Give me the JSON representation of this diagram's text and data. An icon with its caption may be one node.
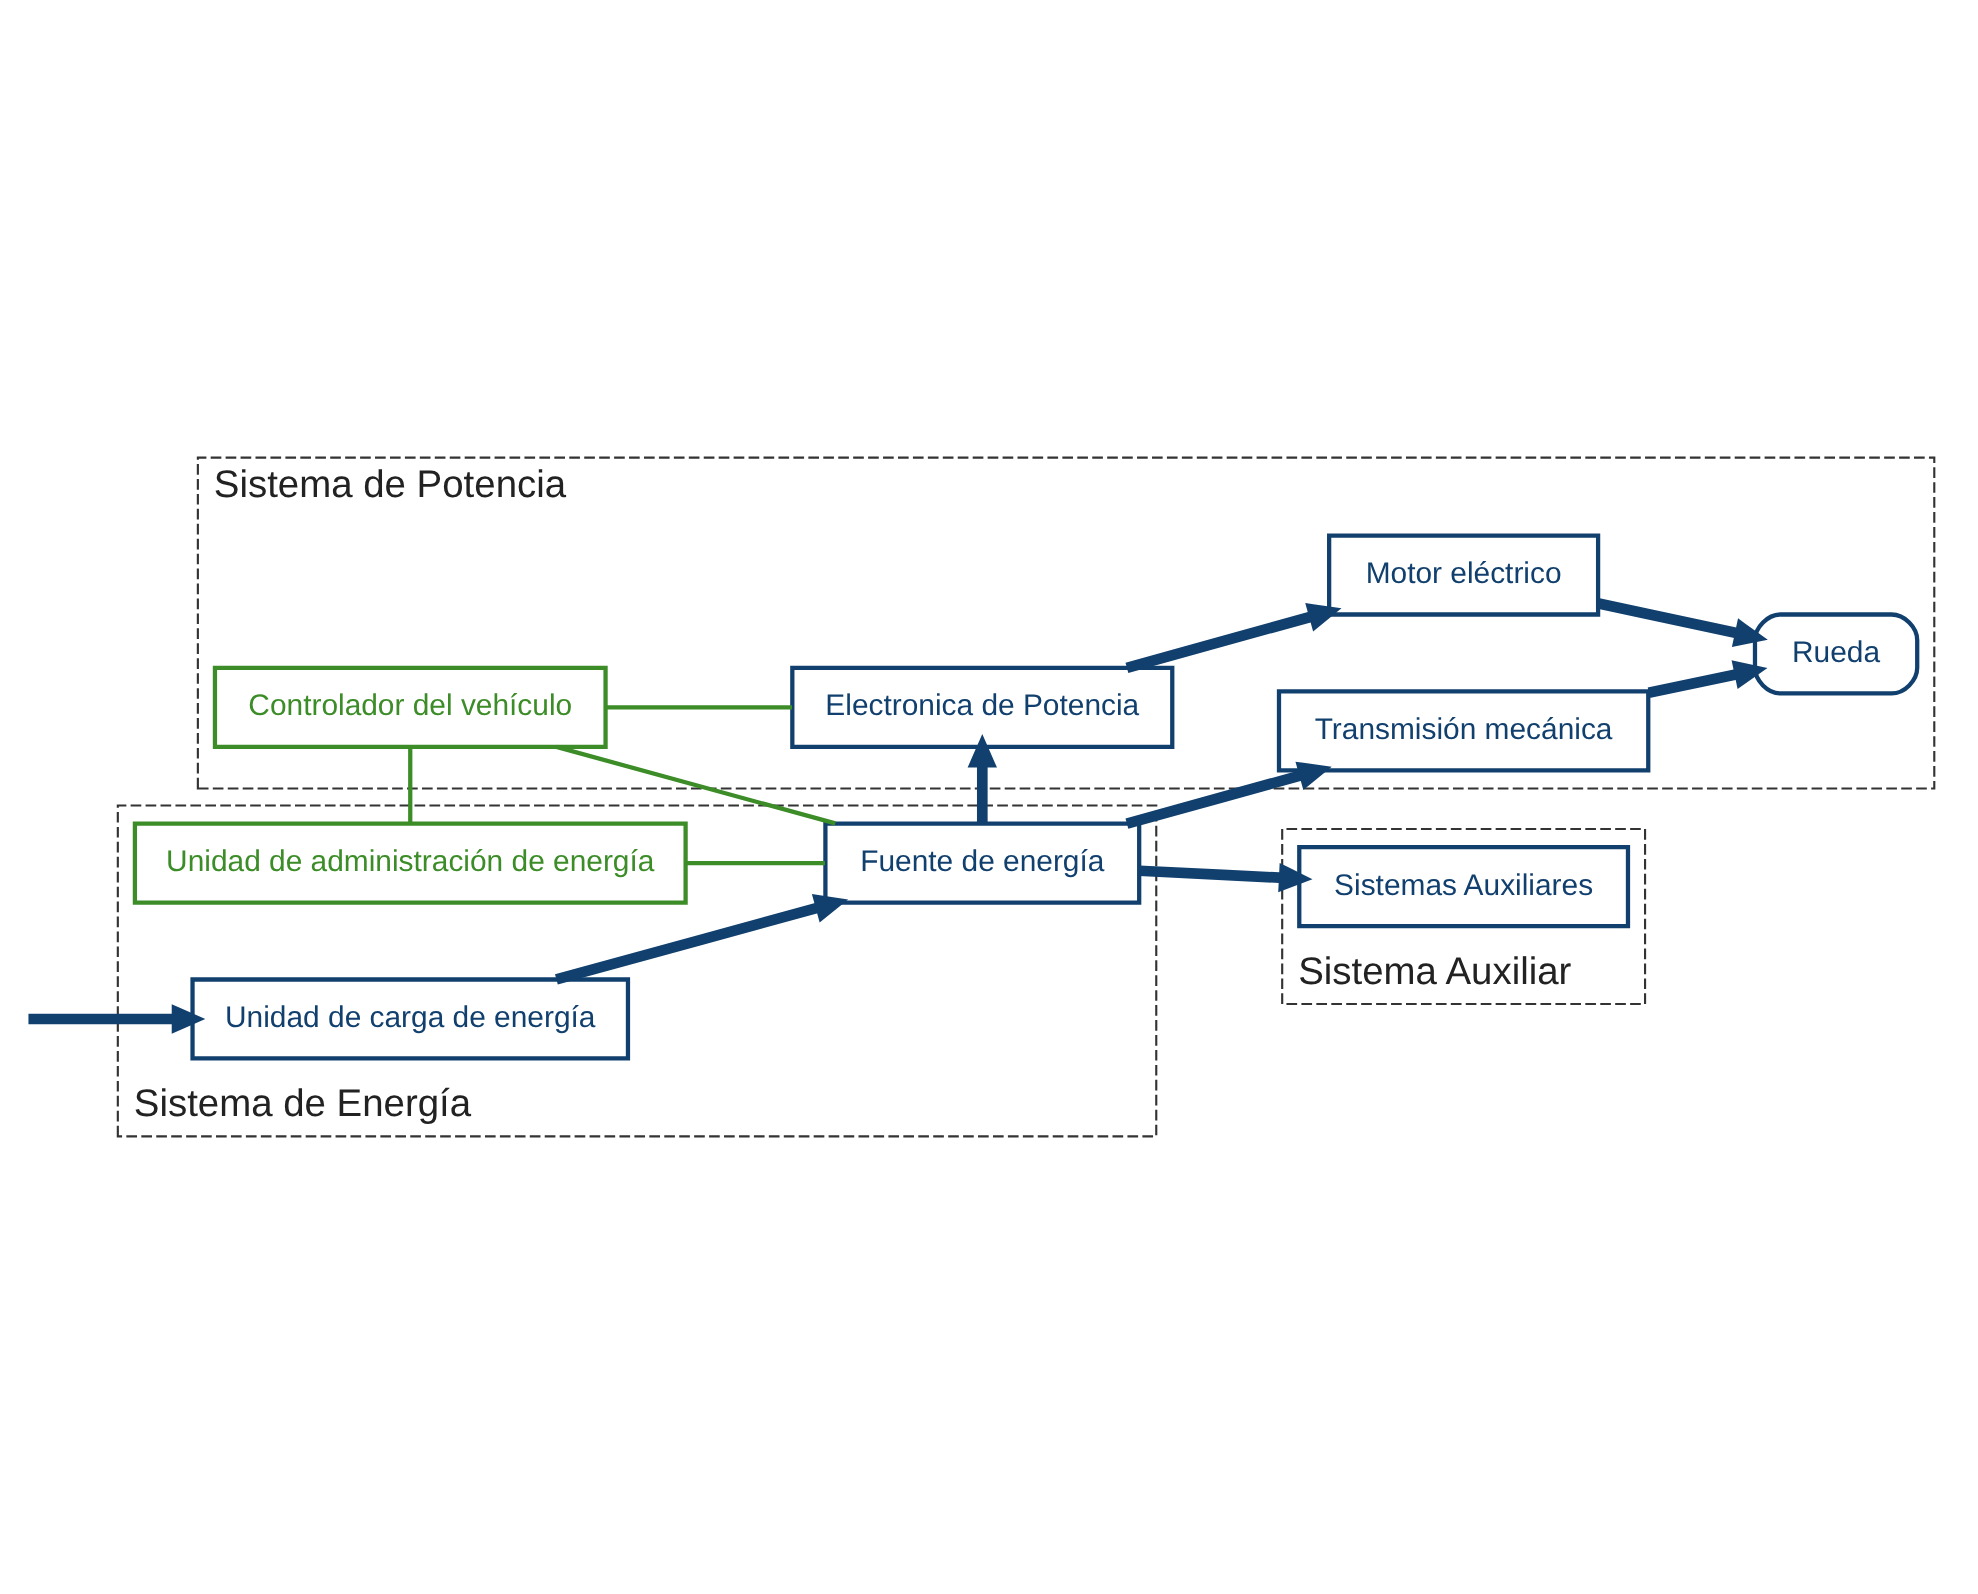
{
  "diagram": {
    "nodes": [
      {
        "text": [
          "Sistema de Potencia"
        ]
      },
      {
        "text": [
          "Controlador del vehículo"
        ],
        "in": 0
      },
      {
        "text": [
          "Electronica de Potencia"
        ],
        "in": 0
      },
      {
        "text": [
          "Motor eléctrico"
        ],
        "in": 0
      },
      {
        "text": [
          "Transmisión mecánica"
        ],
        "in": 0
      },
      {
        "text": [
          "Rueda"
        ],
        "in": 0
      },
      {
        "text": [
          "Sistema de Energía"
        ]
      },
      {
        "text": [
          "Unidad de administración de energía"
        ],
        "in": 6
      },
      {
        "text": [
          "Fuente de energía"
        ],
        "in": 6
      },
      {
        "text": [
          "Unidad de carga de energía"
        ],
        "in": 6
      },
      {
        "text": [
          "Sistema Auxiliar"
        ]
      },
      {
        "text": [
          "Sistemas Auxiliares"
        ],
        "in": 10
      }
    ],
    "edges": [
      {
        "from": 1,
        "to": 2,
        "arrow": "none",
        "color": "#3c8c28"
      },
      {
        "from": 2,
        "to": 3,
        "arrow": "to"
      },
      {
        "from": 3,
        "to": 5,
        "arrow": "to"
      },
      {
        "from": 4,
        "to": 5,
        "arrow": "to"
      },
      {
        "from": 1,
        "to": 7,
        "arrow": "none",
        "color": "#3c8c28"
      },
      {
        "from": 1,
        "to": 8,
        "arrow": "none",
        "color": "#3c8c28"
      },
      {
        "from": 8,
        "to": 2,
        "arrow": "to"
      },
      {
        "from": 8,
        "to": 4,
        "arrow": "to"
      },
      {
        "from": 8,
        "to": 11,
        "arrow": "to"
      },
      {
        "from": 7,
        "to": 8,
        "arrow": "none",
        "color": "#3c8c28"
      },
      {
        "from": 9,
        "to": 8,
        "arrow": "to"
      },
      {
        "from": null,
        "to": 9,
        "arrow": "to"
      }
    ]
  }
}
